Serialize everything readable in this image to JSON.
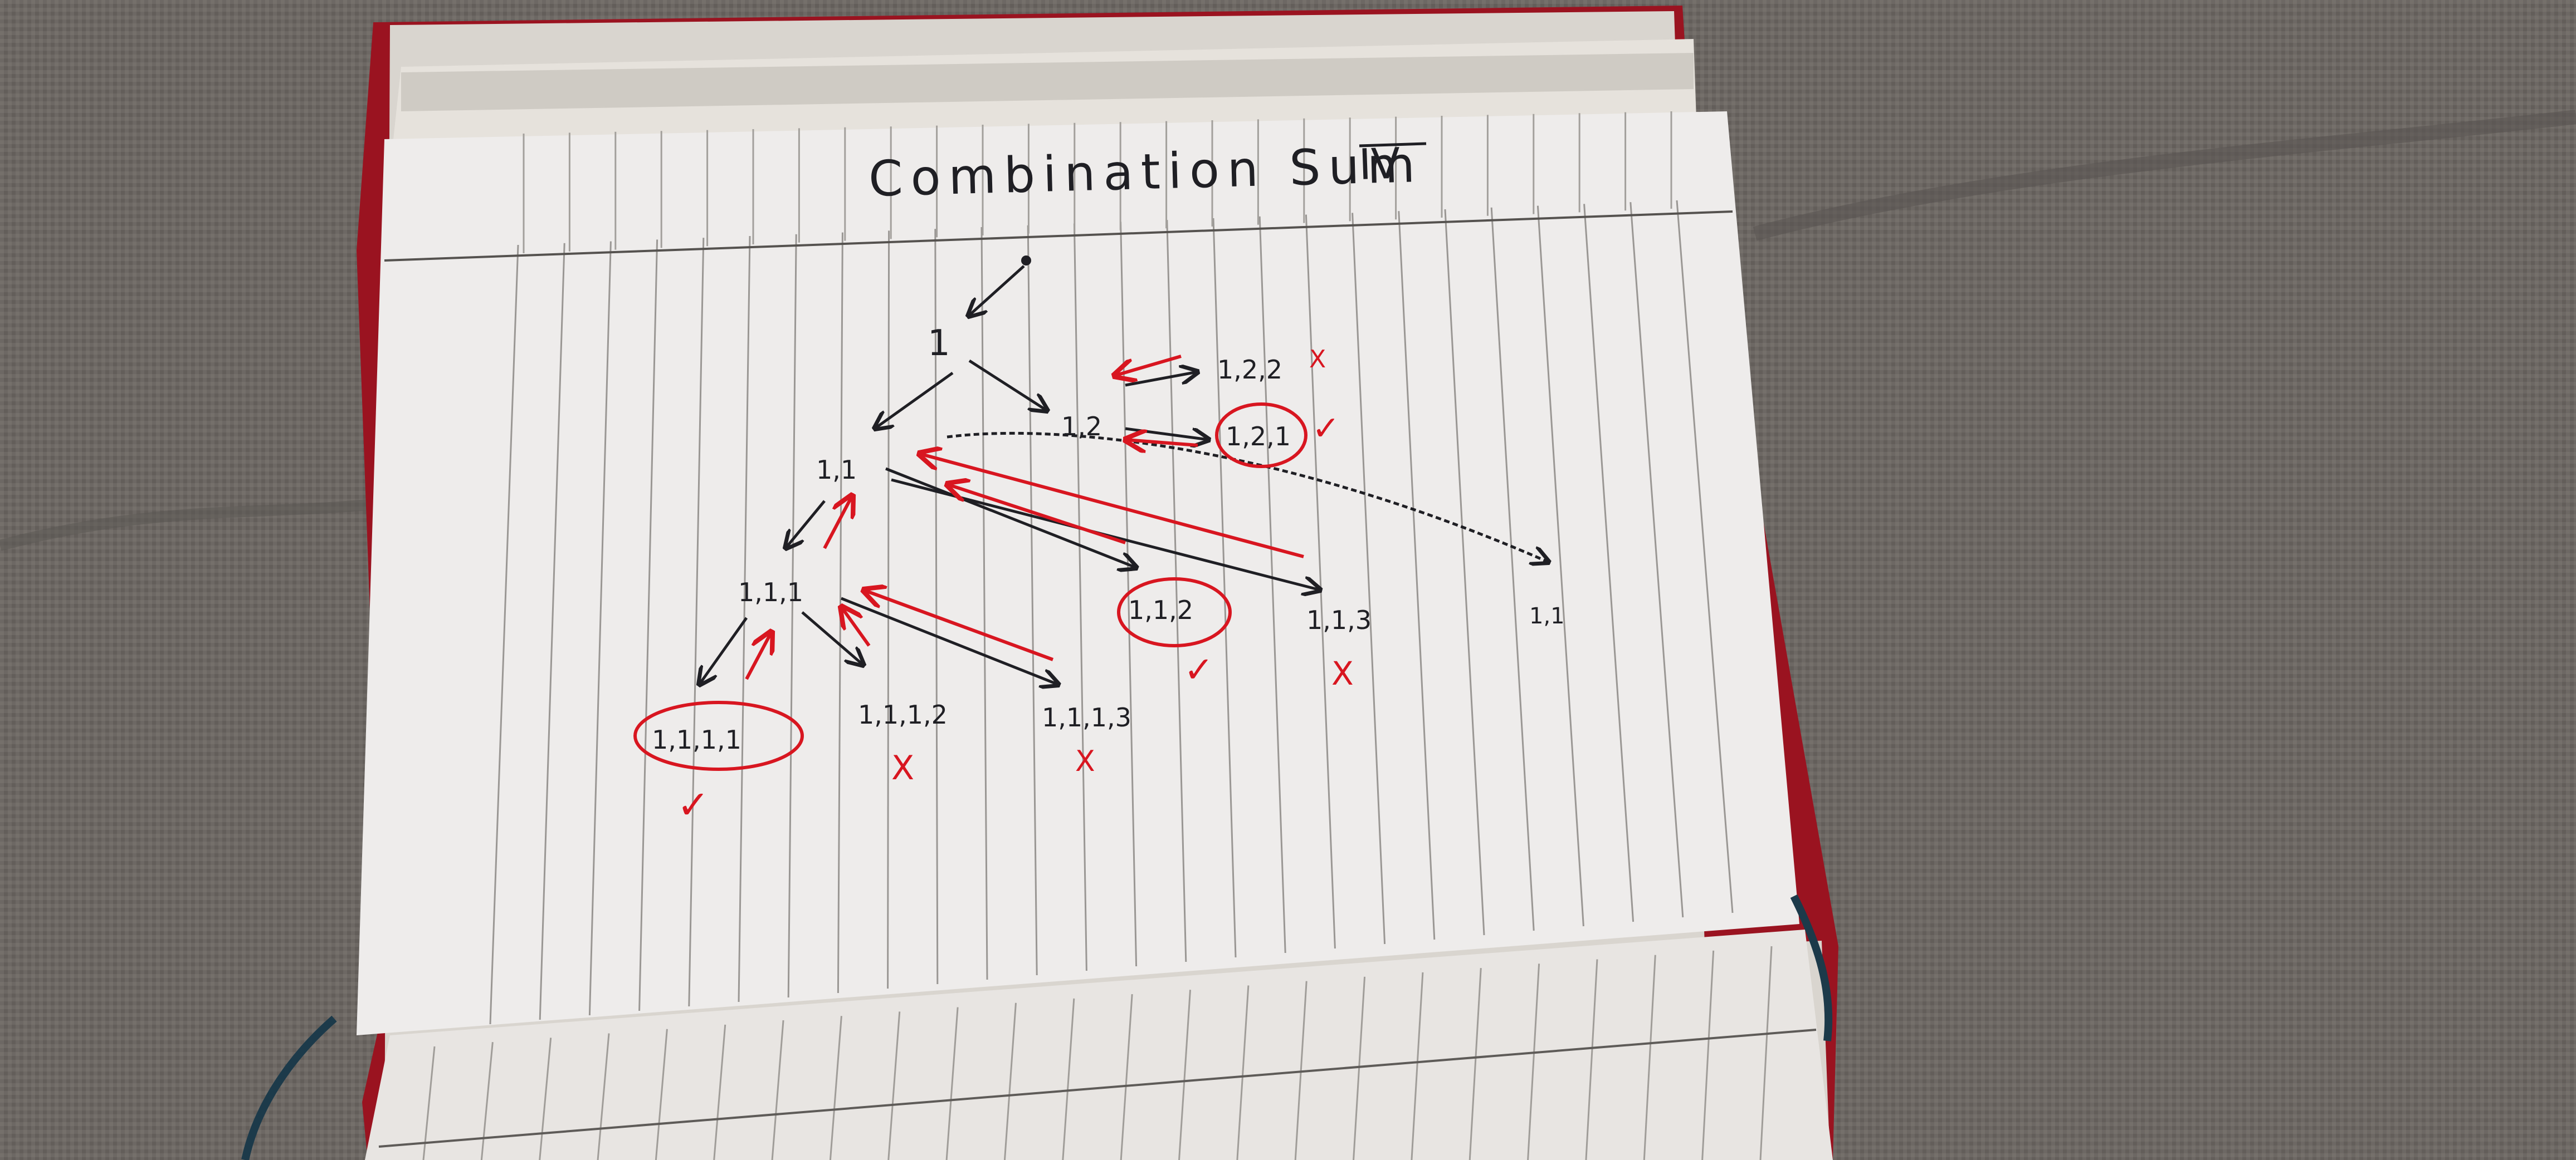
{
  "notebook": {
    "title": "Combination Sum",
    "title_numeral": "IV"
  },
  "tree": {
    "n_1": "1",
    "n_1_1": "1,1",
    "n_1_2": "1,2",
    "n_1_1_1": "1,1,1",
    "n_1_1_1_1": "1,1,1,1",
    "n_1_1_1_2": "1,1,1,2",
    "n_1_1_1_3": "1,1,1,3",
    "n_1_1_2": "1,1,2",
    "n_1_1_3": "1,1,3",
    "n_1_2_1": "1,2,1",
    "n_1_2_2": "1,2,2",
    "n_1_tail": "1,1"
  },
  "marks": {
    "valid": "✓",
    "invalid": "X"
  },
  "colors": {
    "ink_black": "#1f1f24",
    "ink_red": "#d81620",
    "paper": "#eeeceb",
    "cover": "#9a1320",
    "couch": "#6d6864"
  }
}
